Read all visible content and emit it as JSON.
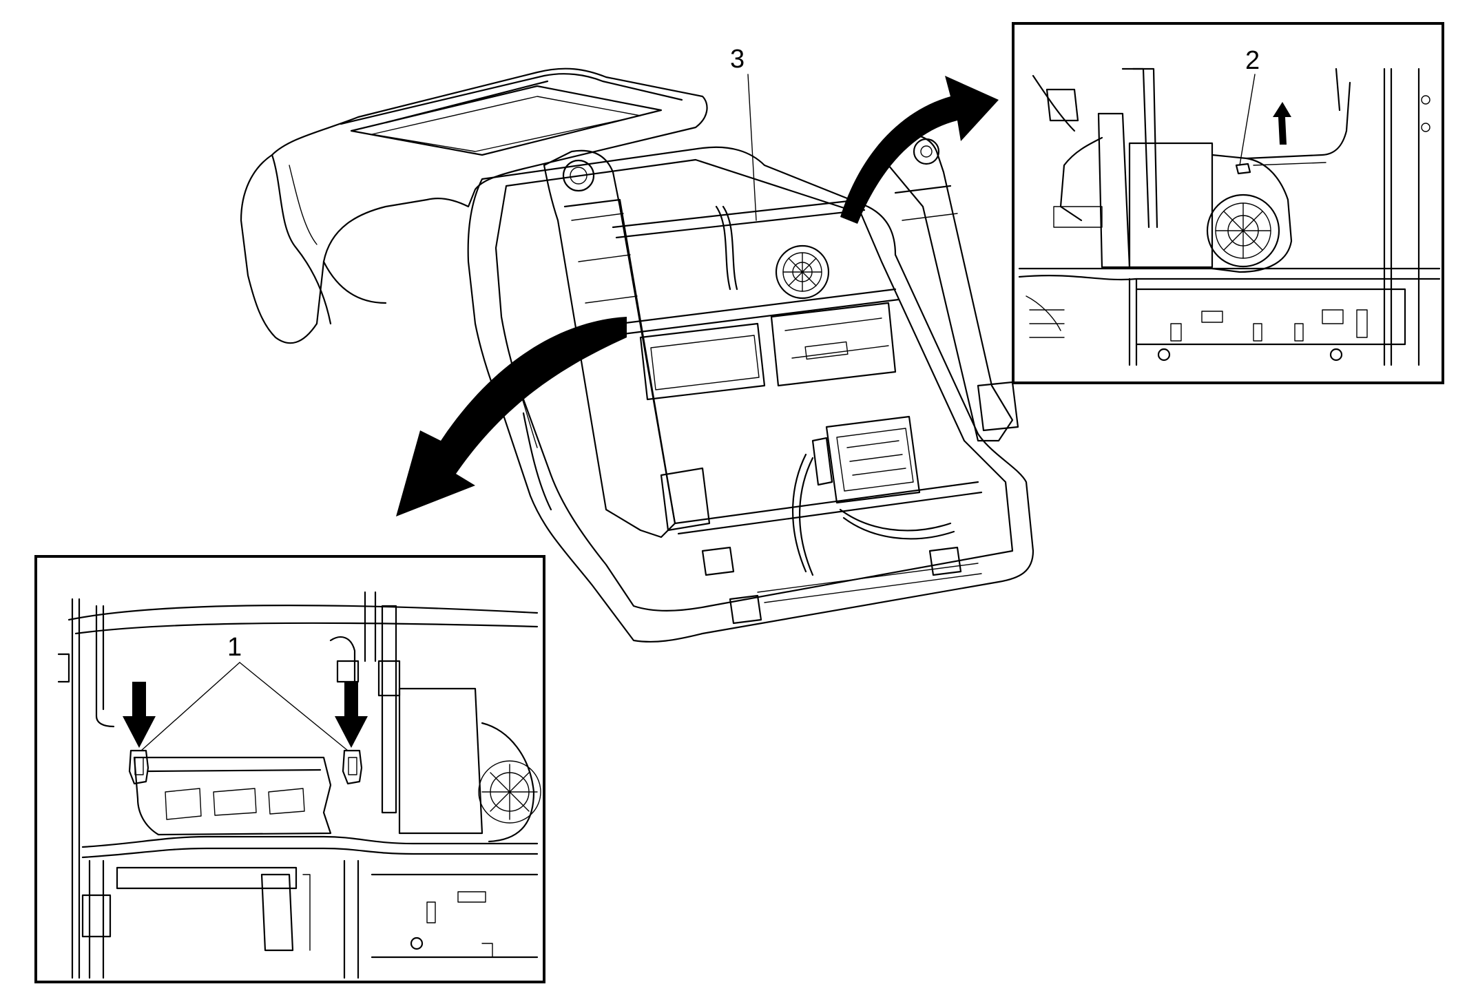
{
  "callouts": {
    "c1": "1",
    "c2": "2",
    "c3": "3"
  },
  "colors": {
    "line": "#000000",
    "background": "#ffffff"
  },
  "icons": {
    "rotate_down_left": "curved-arrow-down-left-icon",
    "rotate_up_right": "curved-arrow-up-right-icon",
    "push_down": "down-arrow-icon",
    "pull_up": "up-arrow-icon"
  }
}
